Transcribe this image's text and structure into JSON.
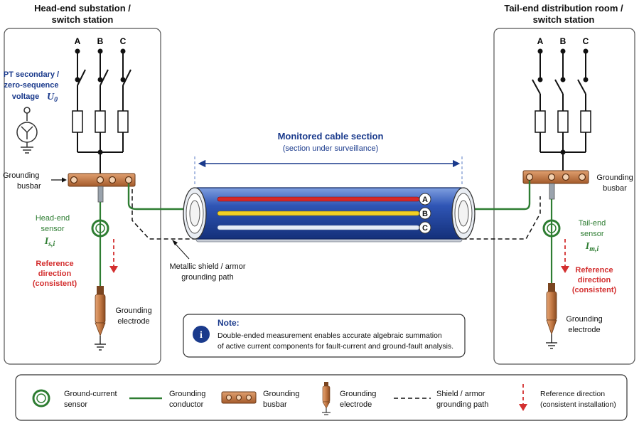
{
  "colors": {
    "conductor": "#2e7d32",
    "title_blue": "#1a3a8c",
    "reference_red": "#d32f2f",
    "busbar": "#c47a45",
    "cable_blue": "#2f55b5",
    "phase_a": "#d62828",
    "phase_b": "#f2d024",
    "phase_c": "#e6ecf6",
    "frame": "#444444"
  },
  "left_station": {
    "title_line1": "Head-end substation /",
    "title_line2": "switch station",
    "phases": [
      "A",
      "B",
      "C"
    ],
    "pt_label_line1": "PT secondary /",
    "pt_label_line2": "zero-sequence",
    "pt_label_line3": "voltage",
    "pt_symbol": "U",
    "pt_subscript": "0",
    "busbar_label": "Grounding busbar",
    "sensor_label_line1": "Head-end",
    "sensor_label_line2": "sensor",
    "sensor_symbol": "I",
    "sensor_subscript": "s,i",
    "reference_line1": "Reference",
    "reference_line2": "direction",
    "reference_line3": "(consistent)",
    "electrode_line1": "Grounding",
    "electrode_line2": "electrode"
  },
  "right_station": {
    "title_line1": "Tail-end distribution room /",
    "title_line2": "switch station",
    "phases": [
      "A",
      "B",
      "C"
    ],
    "busbar_line1": "Grounding",
    "busbar_line2": "busbar",
    "sensor_label_line1": "Tail-end",
    "sensor_label_line2": "sensor",
    "sensor_symbol": "I",
    "sensor_subscript": "m,i",
    "reference_line1": "Reference",
    "reference_line2": "direction",
    "reference_line3": "(consistent)",
    "electrode_line1": "Grounding",
    "electrode_line2": "electrode"
  },
  "cable": {
    "title": "Monitored cable section",
    "subtitle": "(section under surveillance)",
    "phase_labels": [
      "A",
      "B",
      "C"
    ],
    "shield_label_line1": "Metallic shield / armor",
    "shield_label_line2": "grounding path"
  },
  "note": {
    "icon": "info-icon",
    "heading": "Note:",
    "line1": "Double-ended measurement enables accurate algebraic summation",
    "line2": "of active current components for fault-current and ground-fault analysis."
  },
  "legend": {
    "sensor_line1": "Ground-current",
    "sensor_line2": "sensor",
    "conductor_line1": "Grounding",
    "conductor_line2": "conductor",
    "busbar_line1": "Grounding",
    "busbar_line2": "busbar",
    "electrode_line1": "Grounding",
    "electrode_line2": "electrode",
    "shield_line1": "Shield / armor",
    "shield_line2": "grounding path",
    "reference_line1": "Reference direction",
    "reference_line2": "(consistent installation)"
  }
}
